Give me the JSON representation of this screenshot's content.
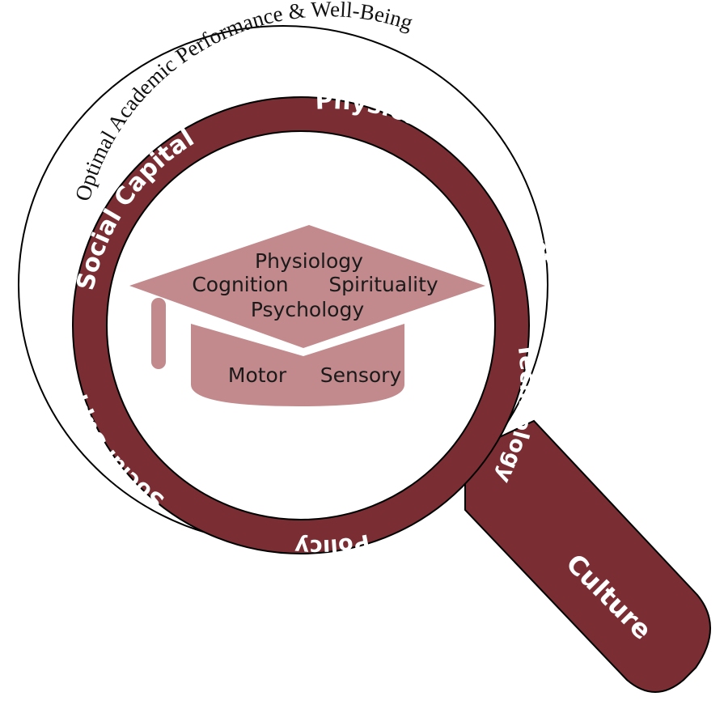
{
  "outer_circle": {
    "label": "Optimal Academic Performance & Well-Being"
  },
  "ring": {
    "labels": {
      "social_capital": "Social Capital",
      "physical_environment": "Physical Environment",
      "technology": "Technology",
      "policy": "Policy",
      "social_support": "Social Support"
    }
  },
  "handle": {
    "label": "Culture"
  },
  "cap": {
    "labels": {
      "physiology": "Physiology",
      "cognition": "Cognition",
      "spirituality": "Spirituality",
      "psychology": "Psychology",
      "motor": "Motor",
      "sensory": "Sensory"
    }
  },
  "colors": {
    "ring": "#7a2e33",
    "handle": "#7a2e33",
    "cap": "#c28a8d",
    "outline": "#000000"
  }
}
